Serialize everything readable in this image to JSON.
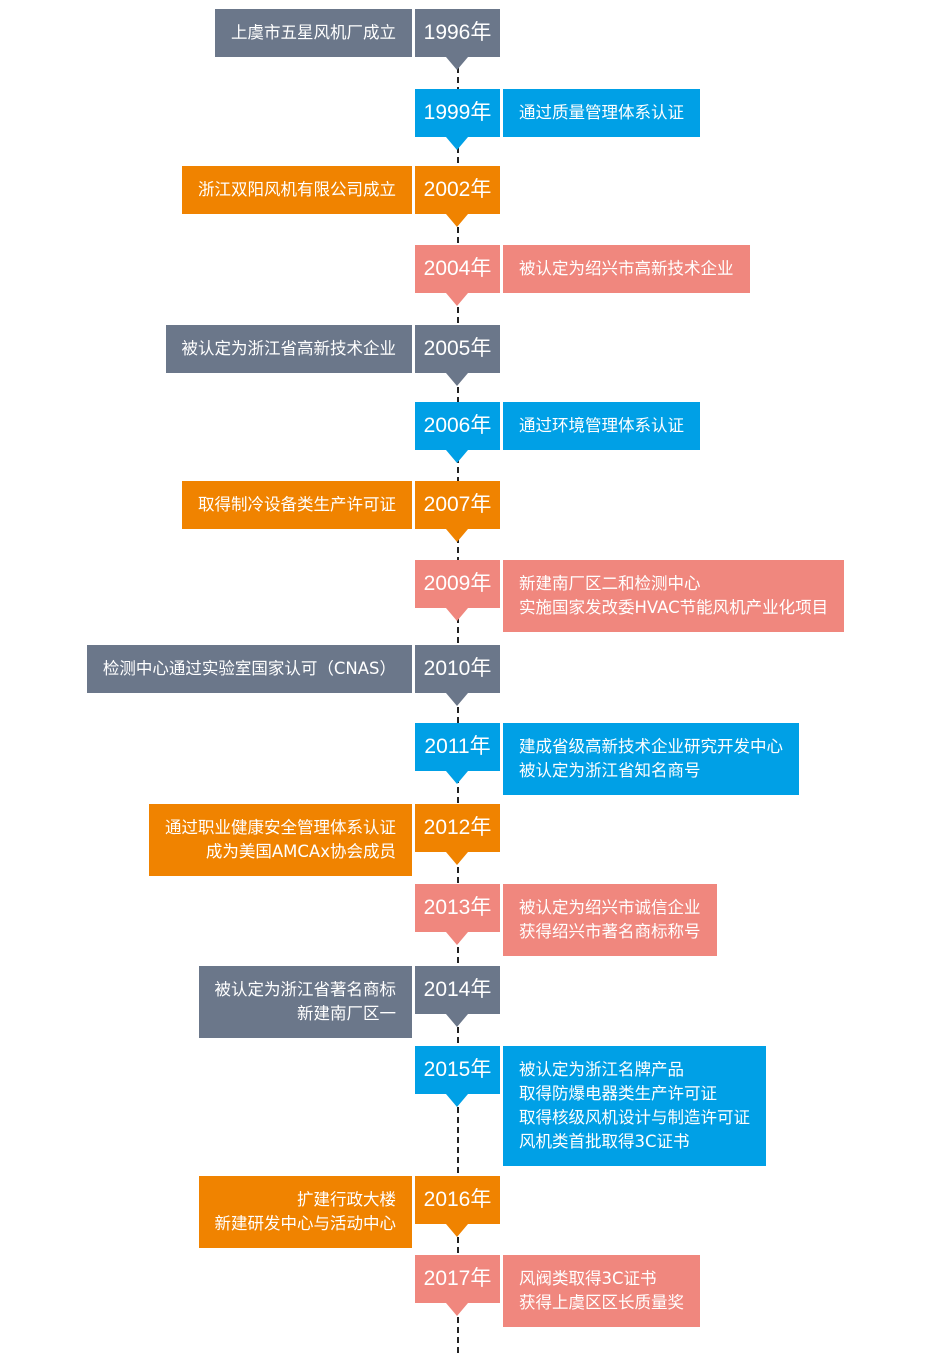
{
  "colors": {
    "gray": "#6b778a",
    "blue": "#00a0e6",
    "orange": "#f08300",
    "salmon": "#f0877e"
  },
  "timeline": [
    {
      "year": "1996年",
      "side": "left",
      "color": "gray",
      "lines": [
        "上虞市五星风机厂成立"
      ]
    },
    {
      "year": "1999年",
      "side": "right",
      "color": "blue",
      "lines": [
        "通过质量管理体系认证"
      ]
    },
    {
      "year": "2002年",
      "side": "left",
      "color": "orange",
      "lines": [
        "浙江双阳风机有限公司成立"
      ]
    },
    {
      "year": "2004年",
      "side": "right",
      "color": "salmon",
      "lines": [
        "被认定为绍兴市高新技术企业"
      ]
    },
    {
      "year": "2005年",
      "side": "left",
      "color": "gray",
      "lines": [
        "被认定为浙江省高新技术企业"
      ]
    },
    {
      "year": "2006年",
      "side": "right",
      "color": "blue",
      "lines": [
        "通过环境管理体系认证"
      ]
    },
    {
      "year": "2007年",
      "side": "left",
      "color": "orange",
      "lines": [
        "取得制冷设备类生产许可证"
      ]
    },
    {
      "year": "2009年",
      "side": "right",
      "color": "salmon",
      "lines": [
        "新建南厂区二和检测中心",
        "实施国家发改委HVAC节能风机产业化项目"
      ]
    },
    {
      "year": "2010年",
      "side": "left",
      "color": "gray",
      "lines": [
        "检测中心通过实验室国家认可（CNAS）"
      ]
    },
    {
      "year": "2011年",
      "side": "right",
      "color": "blue",
      "lines": [
        "建成省级高新技术企业研究开发中心",
        "被认定为浙江省知名商号"
      ]
    },
    {
      "year": "2012年",
      "side": "left",
      "color": "orange",
      "lines": [
        "通过职业健康安全管理体系认证",
        "成为美国AMCAx协会成员"
      ]
    },
    {
      "year": "2013年",
      "side": "right",
      "color": "salmon",
      "lines": [
        "被认定为绍兴市诚信企业",
        "获得绍兴市著名商标称号"
      ]
    },
    {
      "year": "2014年",
      "side": "left",
      "color": "gray",
      "lines": [
        "被认定为浙江省著名商标",
        "新建南厂区一"
      ]
    },
    {
      "year": "2015年",
      "side": "right",
      "color": "blue",
      "lines": [
        "被认定为浙江名牌产品",
        "取得防爆电器类生产许可证",
        "取得核级风机设计与制造许可证",
        "风机类首批取得3C证书"
      ]
    },
    {
      "year": "2016年",
      "side": "left",
      "color": "orange",
      "lines": [
        "扩建行政大楼",
        "新建研发中心与活动中心"
      ]
    },
    {
      "year": "2017年",
      "side": "right",
      "color": "salmon",
      "lines": [
        "风阀类取得3C证书",
        "获得上虞区区长质量奖"
      ]
    }
  ]
}
